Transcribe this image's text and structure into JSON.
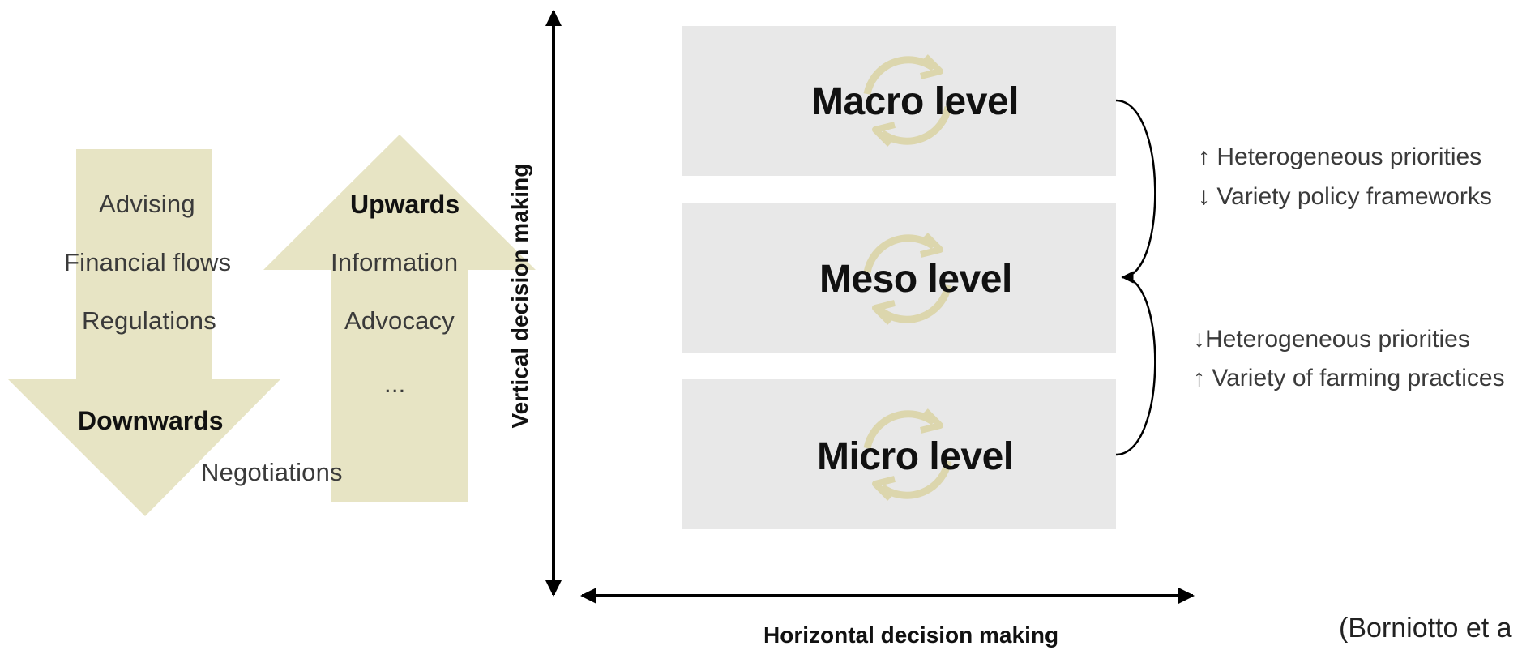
{
  "colors": {
    "arrow_fill": "#e7e4c4",
    "cycle_icon": "#dcd6ad",
    "level_box": "#e8e8e8",
    "axis": "#000000"
  },
  "left_arrows": {
    "downwards": {
      "title": "Downwards",
      "items": [
        "Advising",
        "Financial flows",
        "Regulations"
      ]
    },
    "upwards": {
      "title": "Upwards",
      "items": [
        "Information",
        "Advocacy",
        "..."
      ]
    },
    "shared": "Negotiations"
  },
  "axes": {
    "vertical_label": "Vertical decision making",
    "horizontal_label": "Horizontal decision making"
  },
  "levels": [
    {
      "label": "Macro level",
      "icon": "cycle-icon"
    },
    {
      "label": "Meso level",
      "icon": "cycle-icon"
    },
    {
      "label": "Micro level",
      "icon": "cycle-icon"
    }
  ],
  "annotations": {
    "upper": [
      "↑ Heterogeneous priorities",
      "↓ Variety policy frameworks"
    ],
    "lower": [
      "↓Heterogeneous priorities",
      "↑ Variety of farming practices"
    ]
  },
  "citation": "(Borniotto et a"
}
